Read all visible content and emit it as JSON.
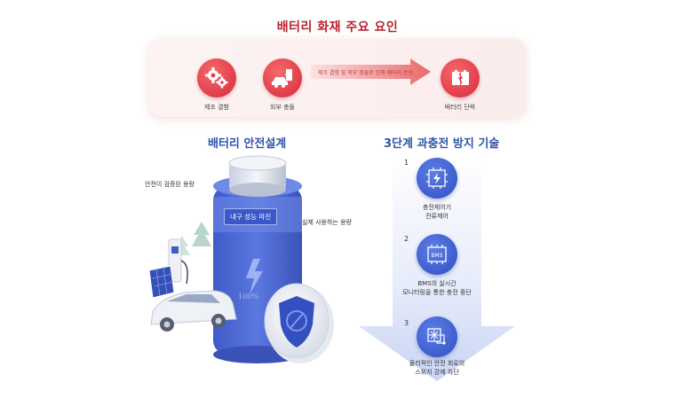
{
  "top_title": "배터리 화재 주요 요인",
  "factors": {
    "manufacturing": {
      "label": "제조 결함",
      "icon": "gears-icon"
    },
    "external": {
      "label": "외부 충돌",
      "icon": "car-crash-icon"
    },
    "arrow_text": "제조 결함 및 외부 충돌로 인해 배터리 손상",
    "short_circuit": {
      "label": "배터리 단락",
      "icon": "battery-short-icon"
    }
  },
  "left_section": {
    "title": "배터리 안전설계",
    "verified_label": "안전이 검증된 용량",
    "margin_badge": "내구 성능 마진",
    "actual_label": "실제 사용하는 용량",
    "percent": "100%"
  },
  "right_section": {
    "title": "3단계 과충전 방지 기술",
    "steps": [
      {
        "num": "1",
        "line1": "충전제어기",
        "line2": "전류제어",
        "icon": "charge-controller-icon"
      },
      {
        "num": "2",
        "line1": "BMS의 실시간",
        "line2": "모니터링을 통한 충전 중단",
        "icon": "bms-chip-icon",
        "chip_text": "BMS"
      },
      {
        "num": "3",
        "line1": "물리적인 안전 회로의",
        "line2": "스위치 강제 차단",
        "icon": "circuit-switch-icon"
      }
    ]
  },
  "colors": {
    "red": "#d7283a",
    "blue": "#2f4fc2",
    "title_blue": "#2e55a8"
  }
}
